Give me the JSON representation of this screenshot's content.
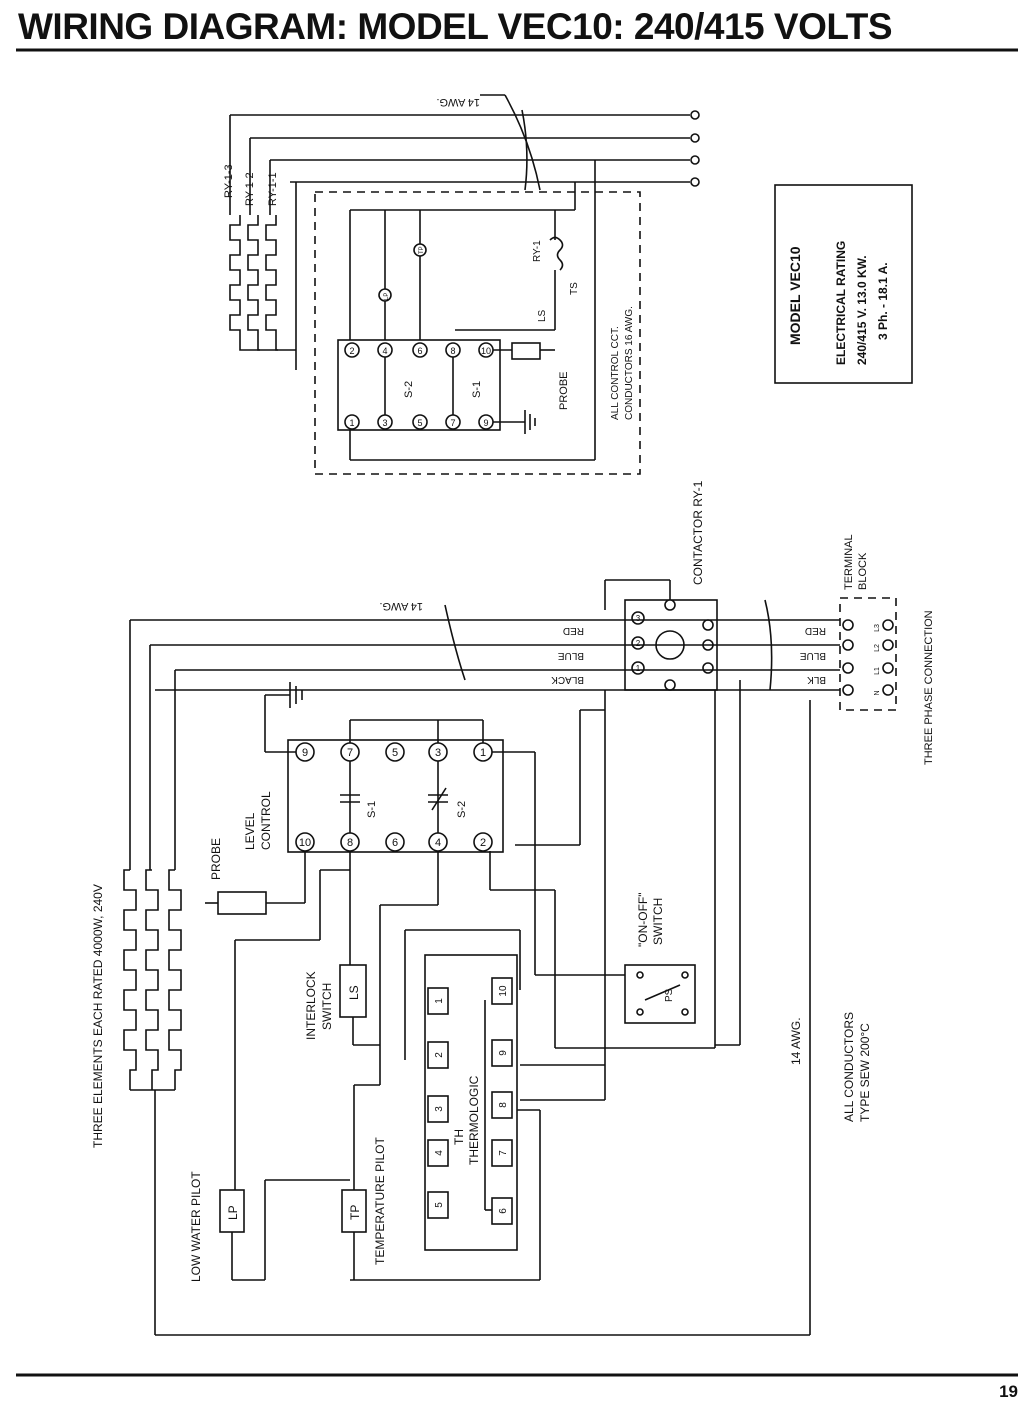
{
  "header": {
    "title": "WIRING DIAGRAM:   MODEL VEC10: 240/415 VOLTS",
    "page_number": "19"
  },
  "rating_box": {
    "model": "MODEL VEC10",
    "rating_label": "ELECTRICAL RATING",
    "voltage_power": "240/415 V.   13.0 KW.",
    "phase_current": "3 Ph. - 18.1 A."
  },
  "top_diagram": {
    "wire_gauge": "14 AWG.",
    "relay_contacts": [
      "RY-1-3",
      "RY-1-2",
      "RY-1-1"
    ],
    "pilots": [
      "LP",
      "TP"
    ],
    "relay_coil": "RY-1",
    "switches": [
      "LS",
      "TS"
    ],
    "level_control_pins_top": [
      "2",
      "4",
      "6",
      "8",
      "10"
    ],
    "level_control_pins_bottom": [
      "1",
      "3",
      "5",
      "7",
      "9"
    ],
    "s2": "S-2",
    "s1": "S-1",
    "probe": "PROBE",
    "control_note_1": "ALL CONTROL CCT.",
    "control_note_2": "CONDUCTORS 16 AWG."
  },
  "contactor": {
    "label": "CONTACTOR RY-1",
    "pins": [
      "3",
      "2",
      "1"
    ]
  },
  "terminal_block": {
    "label_1": "TERMINAL",
    "label_2": "BLOCK",
    "connection": "THREE PHASE CONNECTION",
    "terminals": [
      "N",
      "L1",
      "L2",
      "L3"
    ]
  },
  "bottom_diagram": {
    "wire_gauge_top": "14 AWG.",
    "wires": [
      "RED",
      "BLUE",
      "BLACK"
    ],
    "terminal_wires": [
      "RED",
      "BLUE",
      "BLK"
    ],
    "level_control_label_1": "LEVEL",
    "level_control_label_2": "CONTROL",
    "level_control_pins_top": [
      "9",
      "7",
      "5",
      "3",
      "1"
    ],
    "level_control_pins_bottom": [
      "10",
      "8",
      "6",
      "4",
      "2"
    ],
    "s1": "S-1",
    "s2": "S-2",
    "probe": "PROBE",
    "on_off_1": "\"ON-OFF\"",
    "on_off_2": "SWITCH",
    "ps": "PS",
    "interlock_1": "INTERLOCK",
    "interlock_2": "SWITCH",
    "ls": "LS",
    "elements_note": "THREE ELEMENTS EACH RATED 4000W, 240V",
    "thermologic_1": "TH",
    "thermologic_2": "THERMOLOGIC",
    "thermo_pins_left": [
      "1",
      "2",
      "3",
      "4",
      "5"
    ],
    "thermo_pins_right": [
      "10",
      "9",
      "8",
      "7",
      "6"
    ],
    "low_water_pilot": "LOW WATER PILOT",
    "lp": "LP",
    "temperature_pilot": "TEMPERATURE PILOT",
    "tp": "TP",
    "wire_gauge_right": "14 AWG.",
    "conductors_1": "ALL CONDUCTORS",
    "conductors_2": "TYPE SEW 200°C"
  }
}
